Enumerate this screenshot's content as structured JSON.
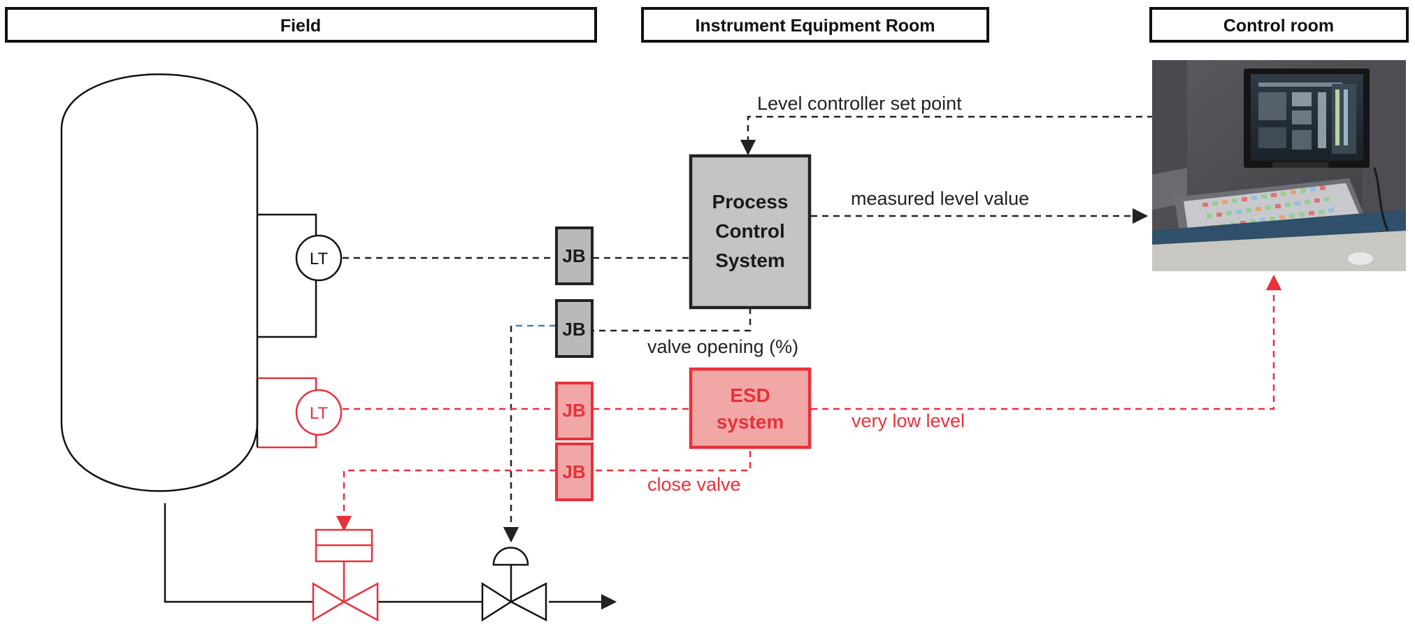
{
  "headers": {
    "field": "Field",
    "instrument_room": "Instrument Equipment Room",
    "control_room": "Control room"
  },
  "instruments": {
    "lt_top": "LT",
    "lt_bottom": "LT",
    "jb_1": "JB",
    "jb_2": "JB",
    "jb_3": "JB",
    "jb_4": "JB"
  },
  "systems": {
    "pcs": [
      "Process",
      "Control",
      "System"
    ],
    "esd": [
      "ESD",
      "system"
    ]
  },
  "signals": {
    "set_point": "Level controller set point",
    "measured_level": "measured level value",
    "valve_opening": "valve opening (%)",
    "very_low_level": "very low level",
    "close_valve": "close valve"
  },
  "colors": {
    "normal_line": "#222222",
    "safety_red": "#e8313a",
    "pcs_fill": "#c4c4c4",
    "esd_fill": "#f2a7a7",
    "jb_fill": "#b9b9b9",
    "jb_red_fill": "#f2a7a7",
    "link_blue": "#3b82c4"
  },
  "photo": {
    "subject": "control-room-operator-console-photo"
  }
}
